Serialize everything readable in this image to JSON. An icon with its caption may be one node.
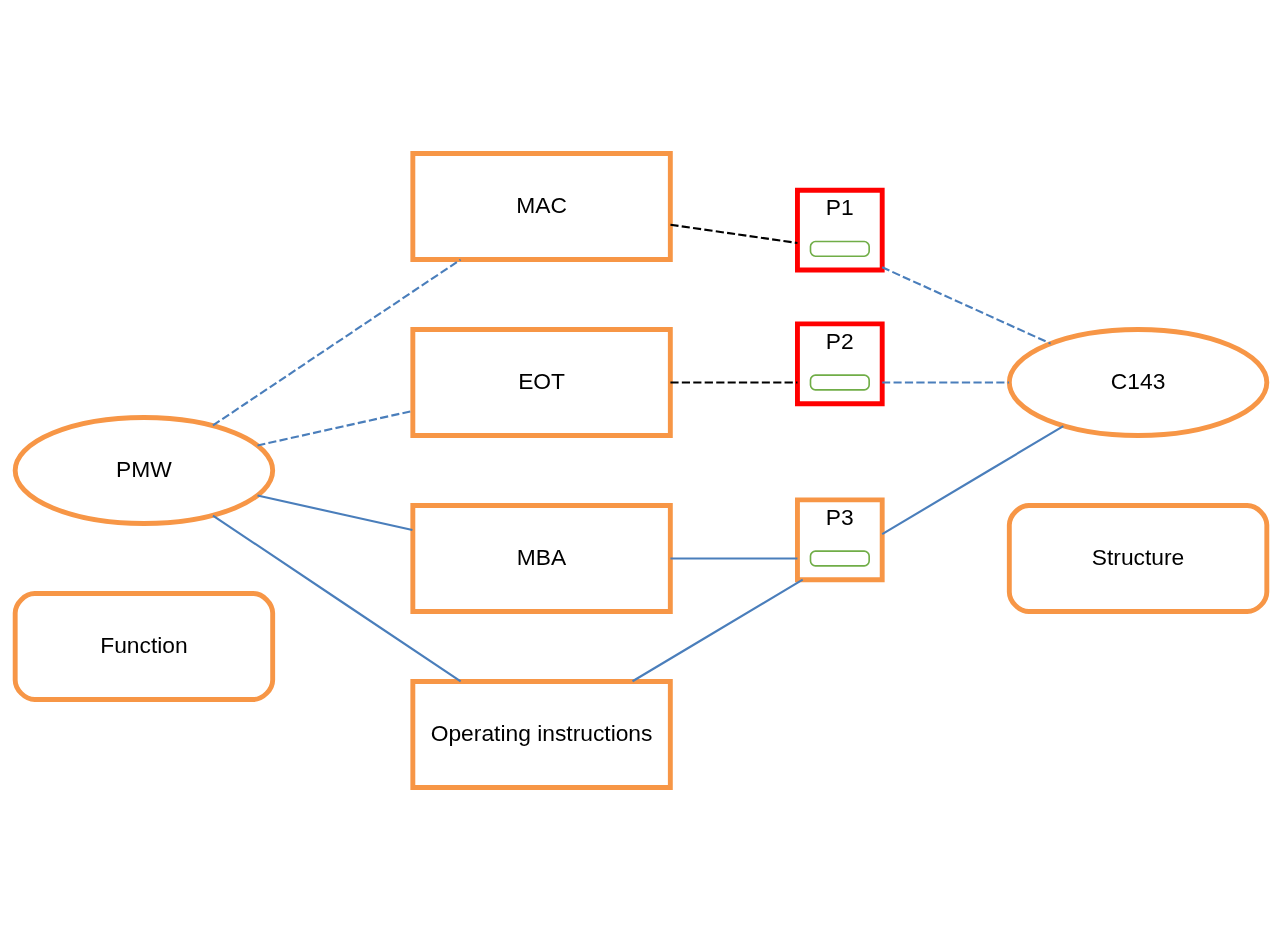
{
  "diagram": {
    "nodes": [
      {
        "text": [
          "Function"
        ]
      },
      {
        "text": [
          "Structure"
        ]
      },
      {
        "text": [
          "PMW"
        ]
      },
      {
        "text": [
          "MAC"
        ]
      },
      {
        "text": [
          "EOT"
        ]
      },
      {
        "text": [
          "MBA"
        ]
      },
      {
        "text": [
          "Operating instructions"
        ]
      },
      {
        "text": [
          "P1"
        ]
      },
      {
        "text": [],
        "shape": "box",
        "in": 7
      },
      {
        "text": [
          "P2"
        ]
      },
      {
        "text": [],
        "shape": "box",
        "in": 9
      },
      {
        "text": [
          "P3"
        ]
      },
      {
        "text": [],
        "shape": "box",
        "in": 11
      },
      {
        "text": [
          "C143"
        ]
      }
    ],
    "edges": [
      {
        "from": 2,
        "to": 3,
        "arrow": "none",
        "style": "dashed"
      },
      {
        "from": 2,
        "to": 4,
        "arrow": "none",
        "style": "dashed"
      },
      {
        "from": 3,
        "to": 7,
        "arrow": "none",
        "style": "dashed",
        "color": "#000000"
      },
      {
        "from": 4,
        "to": 9,
        "arrow": "none",
        "style": "dashed",
        "color": "#000000"
      },
      {
        "from": 7,
        "to": 13,
        "arrow": "none",
        "style": "dashed"
      },
      {
        "from": 9,
        "to": 13,
        "arrow": "none",
        "style": "dashed"
      },
      {
        "from": 2,
        "to": 5,
        "arrow": "none"
      },
      {
        "from": 2,
        "to": 6,
        "arrow": "none"
      },
      {
        "from": 5,
        "to": 11,
        "arrow": "none"
      },
      {
        "from": 6,
        "to": 11,
        "arrow": "none"
      },
      {
        "from": 11,
        "to": 13,
        "arrow": "none"
      }
    ]
  }
}
